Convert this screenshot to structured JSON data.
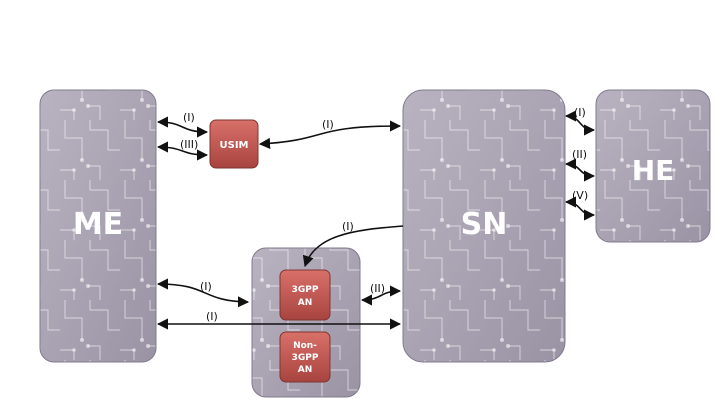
{
  "entities": {
    "me": "ME",
    "sn": "SN",
    "he": "HE",
    "usim": "USIM",
    "gpp_an": [
      "3GPP",
      "AN"
    ],
    "non_gpp_an": [
      "Non-",
      "3GPP",
      "AN"
    ]
  },
  "links": {
    "me_usim_1": "(I)",
    "me_usim_3": "(III)",
    "usim_sn": "(I)",
    "sn_he_1": "(I)",
    "sn_he_2": "(II)",
    "sn_he_5": "(V)",
    "sn_3gpp": "(I)",
    "me_3gpp": "(I)",
    "an_sn_2": "(II)",
    "me_sn": "(I)"
  },
  "colors": {
    "block_gray": "#a9a3b1",
    "block_dark": "#8c8596",
    "an_red": "#c05550",
    "an_red_dark": "#8d3a36"
  }
}
